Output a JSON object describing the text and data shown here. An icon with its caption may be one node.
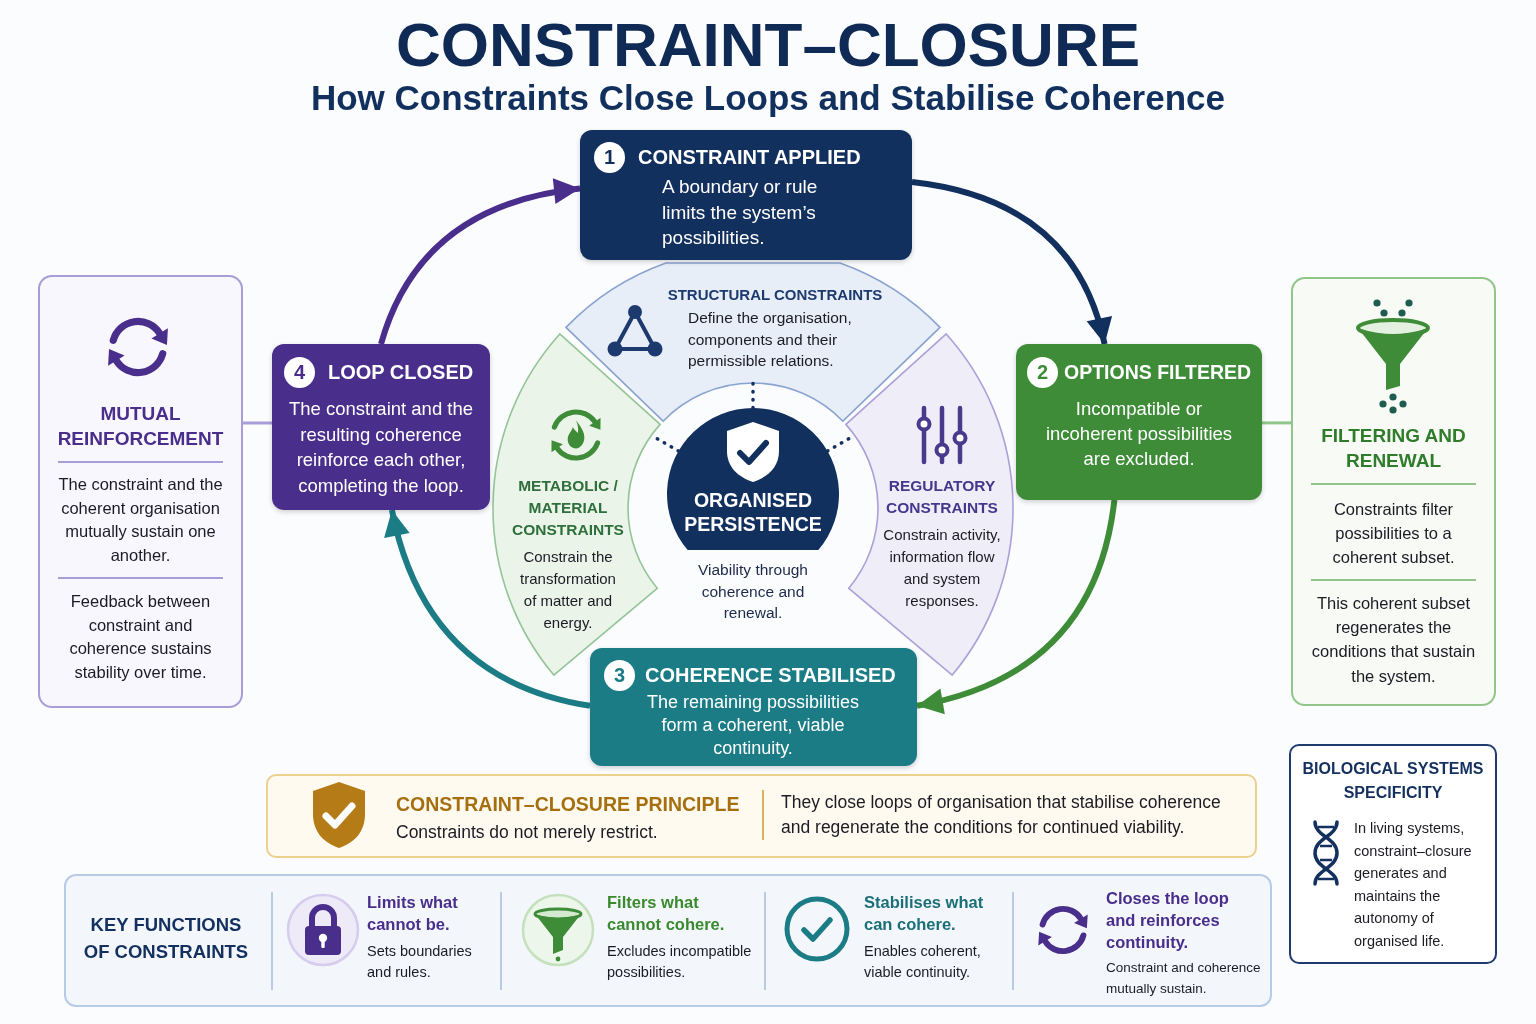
{
  "diagram": {
    "title": "CONSTRAINT–CLOSURE",
    "nodes": [
      {
        "text": [
          "1",
          "CONSTRAINT APPLIED",
          "A boundary or rule limits the system’s possibilities."
        ]
      },
      {
        "text": [
          "2",
          "OPTIONS FILTERED",
          "Incompatible or incoherent possibilities are excluded."
        ]
      },
      {
        "text": [
          "3",
          "COHERENCE STABILISED",
          "The remaining possibilities form a coherent, viable continuity."
        ]
      },
      {
        "text": [
          "4",
          "LOOP CLOSED",
          "The constraint and the resulting coherence reinforce each other, completing the loop."
        ]
      },
      {
        "text": [
          "MUTUAL REINFORCEMENT",
          "The constraint and the coherent organisation mutually sustain one another.",
          "Feedback between constraint and coherence sustains stability over time."
        ]
      },
      {
        "text": [
          "FILTERING AND RENEWAL",
          "Constraints filter possibilities to a coherent subset.",
          "This coherent subset regenerates the conditions that sustain the system."
        ]
      },
      {
        "text": [
          "STRUCTURAL CONSTRAINTS",
          "Define the organisation, components and their permissible relations."
        ]
      },
      {
        "text": [
          "METABOLIC / MATERIAL CONSTRAINTS",
          "Constrain the transformation of matter and energy."
        ]
      },
      {
        "text": [
          "REGULATORY CONSTRAINTS",
          "Constrain activity, information flow and system responses."
        ]
      },
      {
        "text": [
          "ORGANISED PERSISTENCE"
        ],
        "beside": [
          "Viability through coherence and renewal."
        ]
      },
      {
        "text": [
          "CONSTRAINT–CLOSURE PRINCIPLE",
          "Constraints do not merely restrict.",
          "They close loops of organisation that stabilise coherence and regenerate the conditions for continued viability."
        ]
      },
      {
        "text": [
          "BIOLOGICAL SYSTEMS SPECIFICITY",
          "In living systems, constraint–closure generates and maintains the autonomy of organised life."
        ]
      },
      {
        "text": [
          "KEY FUNCTIONS OF CONSTRAINTS"
        ]
      },
      {
        "text": [
          "Limits what cannot be.",
          "Sets boundaries and rules."
        ],
        "in": 12
      },
      {
        "text": [
          "Filters what cannot cohere.",
          "Excludes incompatible possibilities."
        ],
        "in": 12
      },
      {
        "text": [
          "Stabilises what can cohere.",
          "Enables coherent, viable continuity."
        ],
        "in": 12
      },
      {
        "text": [
          "Closes the loop and reinforces continuity.",
          "Constraint and coherence mutually sustain."
        ],
        "in": 12
      }
    ],
    "edges": [
      {
        "from": 0,
        "to": 1,
        "arrow": "to"
      },
      {
        "from": 1,
        "to": 2,
        "arrow": "to",
        "color": "#3e8c38"
      },
      {
        "from": 2,
        "to": 3,
        "arrow": "to",
        "color": "#1b7c86"
      },
      {
        "from": 3,
        "to": 0,
        "arrow": "to",
        "color": "#4a2e8c"
      },
      {
        "from": 4,
        "to": 3,
        "arrow": "none",
        "color": "#a99dd8"
      },
      {
        "from": 1,
        "to": 5,
        "arrow": "none",
        "color": "#92c58a"
      },
      {
        "from": 9,
        "to": 6,
        "arrow": "none",
        "style": "dashed"
      },
      {
        "from": 9,
        "to": 7,
        "arrow": "none",
        "style": "dashed"
      },
      {
        "from": 9,
        "to": 8,
        "arrow": "none",
        "style": "dashed"
      }
    ],
    "labels": [
      "How Constraints Close Loops and Stabilise Coherence"
    ]
  }
}
